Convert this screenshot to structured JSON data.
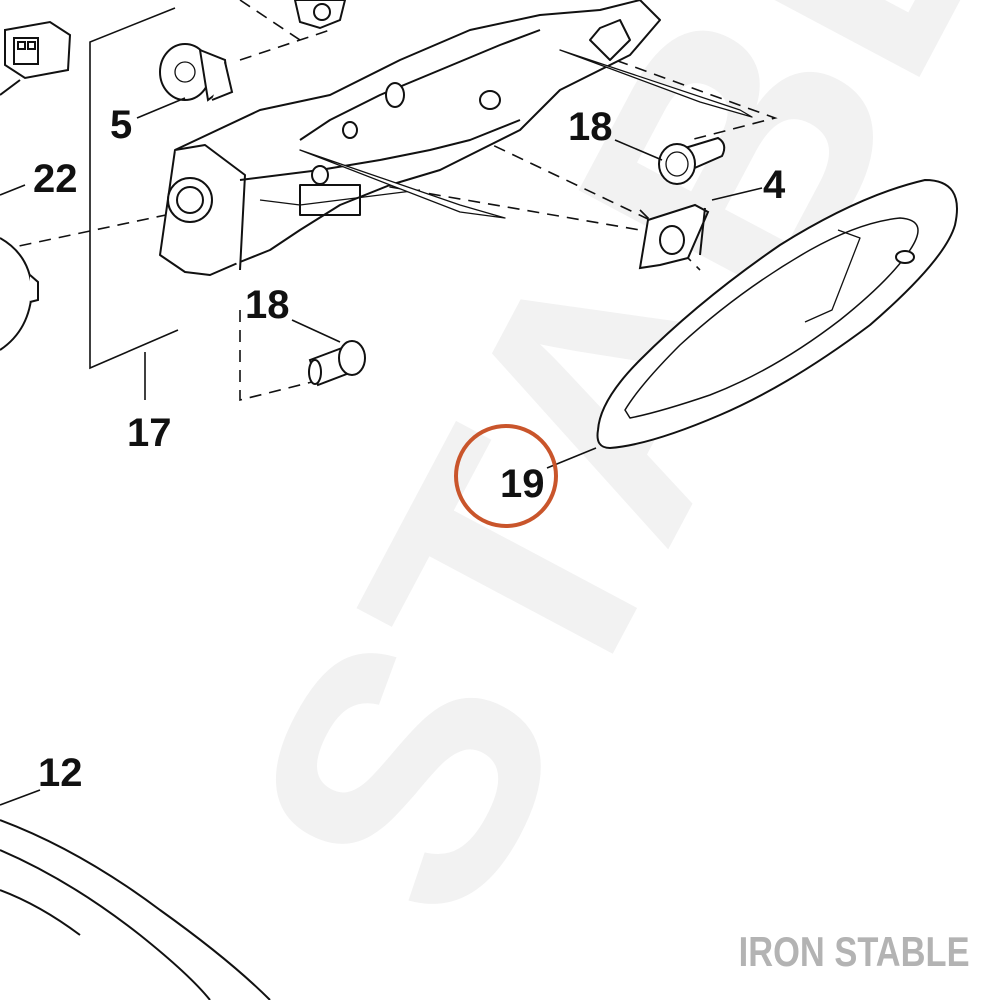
{
  "watermark": {
    "text": "STABLE"
  },
  "brand": {
    "text": "IRON STABLE"
  },
  "callouts": {
    "p4": "4",
    "p5": "5",
    "p12": "12",
    "p17": "17",
    "p18_top": "18",
    "p18_mid": "18",
    "p19": "19",
    "p22": "22"
  },
  "highlight": {
    "target": "19",
    "color": "#c9552b"
  }
}
